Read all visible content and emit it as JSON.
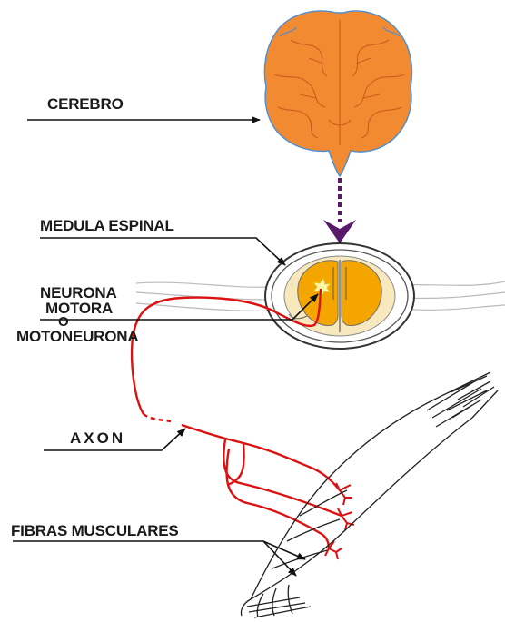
{
  "labels": {
    "cerebro": "CEREBRO",
    "medula": "MEDULA ESPINAL",
    "neurona_line1": "NEURONA",
    "neurona_line2": "MOTORA",
    "neurona_line3": "O",
    "neurona_line4": "MOTONEURONA",
    "axon": "AXON",
    "fibras": "FIBRAS MUSCULARES"
  },
  "colors": {
    "brain": "#f28a32",
    "brain_outline": "#4a8fd4",
    "spinal_gray": "#f5a500",
    "neuron": "#dd1111",
    "arrow_purple": "#5a1a6a",
    "label": "#1a1a1a"
  }
}
